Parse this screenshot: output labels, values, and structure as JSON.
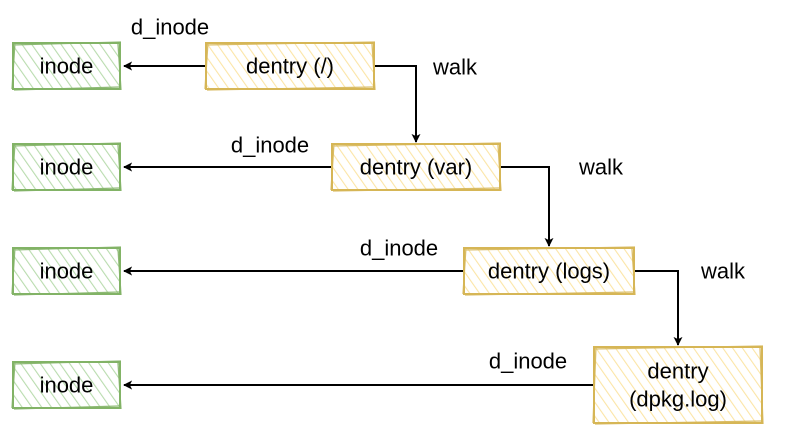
{
  "colors": {
    "inode_stroke": "#82b366",
    "inode_fill": "#d5e8d4",
    "dentry_stroke": "#d6b656",
    "dentry_fill": "#fff2cc",
    "arrow": "#000000"
  },
  "inodes": [
    {
      "label": "inode"
    },
    {
      "label": "inode"
    },
    {
      "label": "inode"
    },
    {
      "label": "inode"
    }
  ],
  "dentries": [
    {
      "lines": [
        "dentry (/)"
      ]
    },
    {
      "lines": [
        "dentry (var)"
      ]
    },
    {
      "lines": [
        "dentry (logs)"
      ]
    },
    {
      "lines": [
        "dentry",
        "(dpkg.log)"
      ]
    }
  ],
  "edges": {
    "d_inode_label": "d_inode",
    "walk_label": "walk"
  }
}
